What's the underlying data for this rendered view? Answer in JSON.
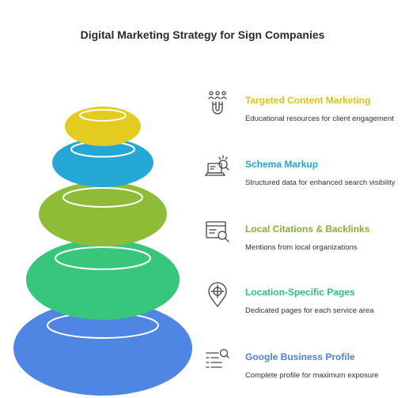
{
  "title": "Digital Marketing Strategy for Sign Companies",
  "colors": {
    "yellow": "#e3cc1f",
    "cyan": "#24a7d4",
    "olive": "#8ebc36",
    "green": "#38c57c",
    "blue": "#4f86e4",
    "icon": "#444444",
    "ring": "#ffffff"
  },
  "items": [
    {
      "title": "Targeted Content Marketing",
      "description": "Educational resources for client engagement",
      "color": "#dcc21b",
      "icon": "people-magnet-icon"
    },
    {
      "title": "Schema Markup",
      "description": "Structured data for enhanced search visibility",
      "color": "#23a3d1",
      "icon": "laptop-search-icon"
    },
    {
      "title": "Local Citations & Backlinks",
      "description": "Mentions from local organizations",
      "color": "#86b22f",
      "icon": "document-search-icon"
    },
    {
      "title": "Location-Specific Pages",
      "description": "Dedicated pages for each service area",
      "color": "#31be75",
      "icon": "location-pin-icon"
    },
    {
      "title": "Google Business Profile",
      "description": "Complete profile for maximum exposure",
      "color": "#4a82e0",
      "icon": "list-search-icon"
    }
  ]
}
